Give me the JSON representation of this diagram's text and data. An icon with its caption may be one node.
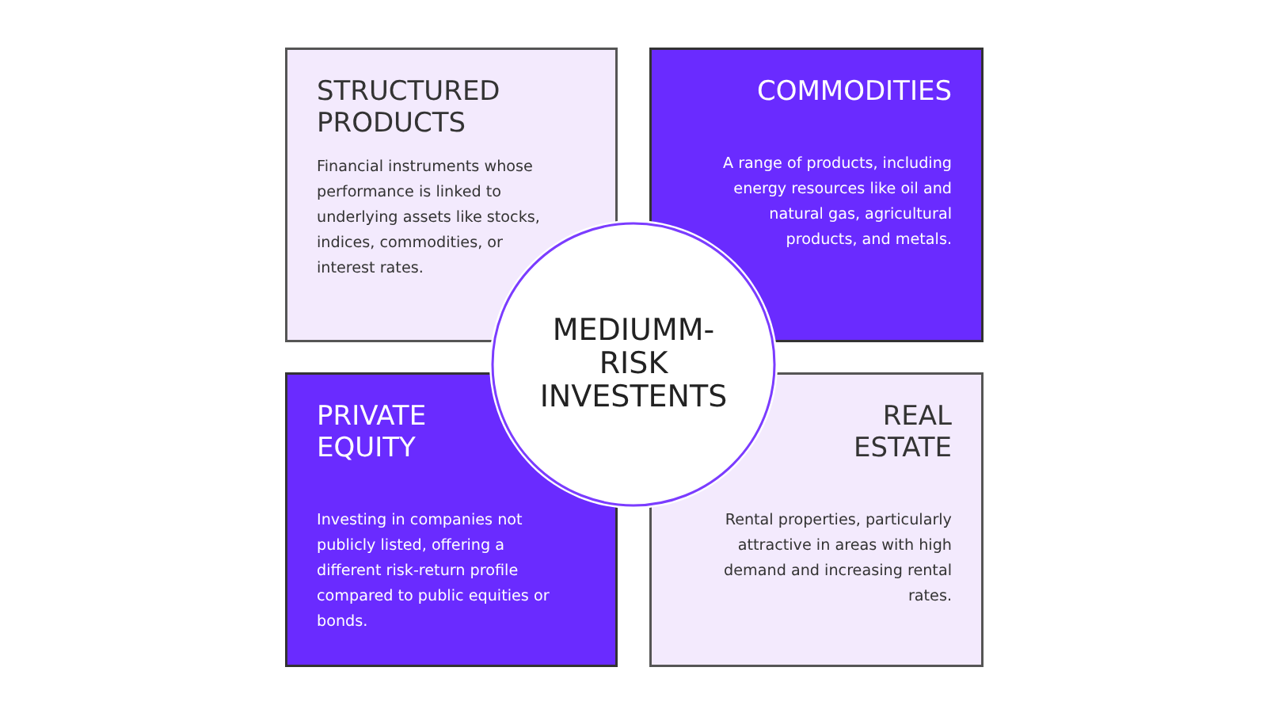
{
  "diagram": {
    "nodes": [
      {
        "text": [
          "STRUCTURED PRODUCTS",
          "Financial instruments whose performance is linked to underlying assets like stocks, indices, commodities, or interest rates."
        ]
      },
      {
        "text": [
          "COMMODITIES",
          "A range of products, including energy resources like oil and natural gas, agricultural products, and metals."
        ]
      },
      {
        "text": [
          "MEDIUMM- RISK INVESTENTS"
        ]
      },
      {
        "text": [
          "PRIVATE EQUITY",
          "Investing in companies not publicly listed, offering a different risk-return profile compared to public equities or bonds."
        ]
      },
      {
        "text": [
          "REAL ESTATE",
          "Rental properties, particularly attractive in areas with high demand and increasing rental rates."
        ]
      }
    ]
  }
}
